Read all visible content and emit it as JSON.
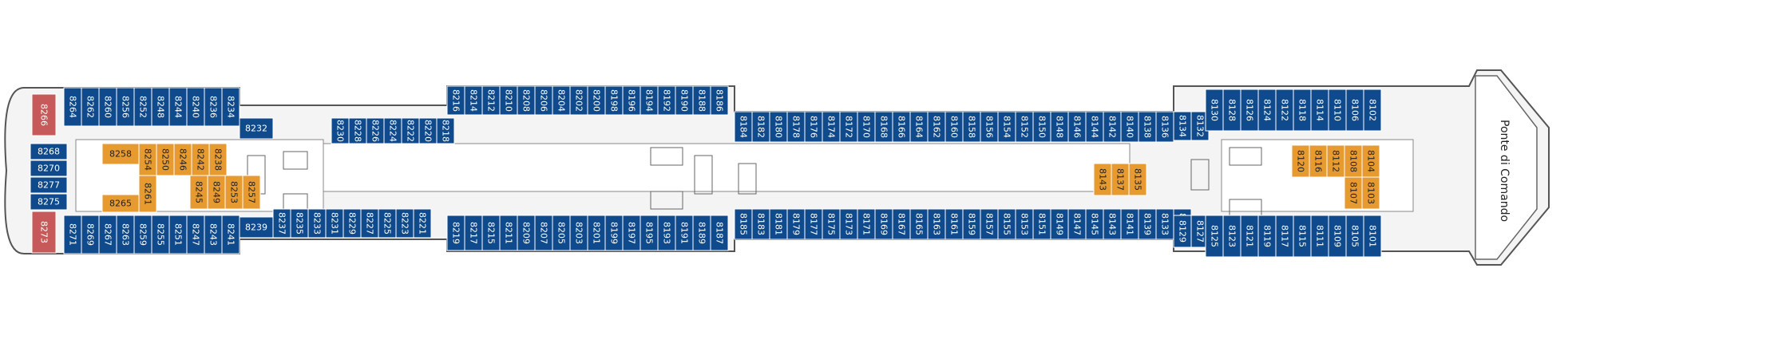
{
  "bridge_label": "Ponte di Comando",
  "colors": {
    "inside": "#0f4a8c",
    "balcony": "#e69a30",
    "suite": "#c65a5a",
    "suite_light": "#e7a9a9",
    "hull": "#f4f4f4",
    "outline": "#555555"
  },
  "top_outer": [
    "8264",
    "8262",
    "8260",
    "8256",
    "8252",
    "8248",
    "8244",
    "8240",
    "8236",
    "8234"
  ],
  "top_mid_left": [
    "8216",
    "8214",
    "8212",
    "8210",
    "8208",
    "8206",
    "8204",
    "8202",
    "8200",
    "8198",
    "8196",
    "8194",
    "8192",
    "8190",
    "8188",
    "8186"
  ],
  "top_mid_right": [
    "8184",
    "8182",
    "8180",
    "8178",
    "8176",
    "8174",
    "8172",
    "8170",
    "8168",
    "8166",
    "8164",
    "8162",
    "8160",
    "8158",
    "8156",
    "8154",
    "8152",
    "8150",
    "8148",
    "8146",
    "8144",
    "8142",
    "8140",
    "8138",
    "8136"
  ],
  "top_fwd_a": [
    "8134",
    "8132"
  ],
  "top_fwd_b": [
    "8130",
    "8128",
    "8126",
    "8124",
    "8122",
    "8118",
    "8114",
    "8110",
    "8106",
    "8102"
  ],
  "top_inner": [
    "8232"
  ],
  "top_inner_row": [
    "8230",
    "8228",
    "8226",
    "8224",
    "8222",
    "8220",
    "8218"
  ],
  "bottom_outer": [
    "8271",
    "8269",
    "8267",
    "8263",
    "8259",
    "8255",
    "8251",
    "8247",
    "8243",
    "8241"
  ],
  "bottom_mid_left": [
    "8219",
    "8217",
    "8215",
    "8211",
    "8209",
    "8207",
    "8205",
    "8203",
    "8201",
    "8199",
    "8197",
    "8195",
    "8193",
    "8191",
    "8189",
    "8187"
  ],
  "bottom_mid_right": [
    "8185",
    "8183",
    "8181",
    "8179",
    "8177",
    "8175",
    "8173",
    "8171",
    "8169",
    "8167",
    "8165",
    "8163",
    "8161",
    "8159",
    "8157",
    "8155",
    "8153",
    "8151",
    "8149",
    "8147",
    "8145",
    "8143b",
    "8141",
    "8139",
    "8133",
    "8131"
  ],
  "bottom_fwd_a": [
    "8129",
    "8127"
  ],
  "bottom_fwd_b": [
    "8125",
    "8123",
    "8121",
    "8119",
    "8117",
    "8115",
    "8111",
    "8109",
    "8105",
    "8101"
  ],
  "bottom_inner": [
    "8239"
  ],
  "bottom_inner_row": [
    "8237",
    "8235",
    "8233",
    "8231",
    "8229",
    "8227",
    "8225",
    "8223",
    "8221"
  ],
  "suites": {
    "top": "8266",
    "bottom": "8273"
  },
  "bow_side": [
    "8268",
    "8270",
    "8277",
    "8275"
  ],
  "aft_balcony_top": [
    "8258",
    "8254",
    "8250",
    "8246",
    "8242",
    "8238"
  ],
  "aft_balcony_right": [
    "8245",
    "8249",
    "8253",
    "8257"
  ],
  "aft_balcony_bottom": [
    "8265",
    "8261"
  ],
  "mid_balcony": [
    "8143",
    "8137",
    "8135"
  ],
  "fwd_balcony_top": [
    "8120",
    "8116",
    "8112",
    "8108",
    "8104"
  ],
  "fwd_balcony_bottom": [
    "8107",
    "8103"
  ]
}
